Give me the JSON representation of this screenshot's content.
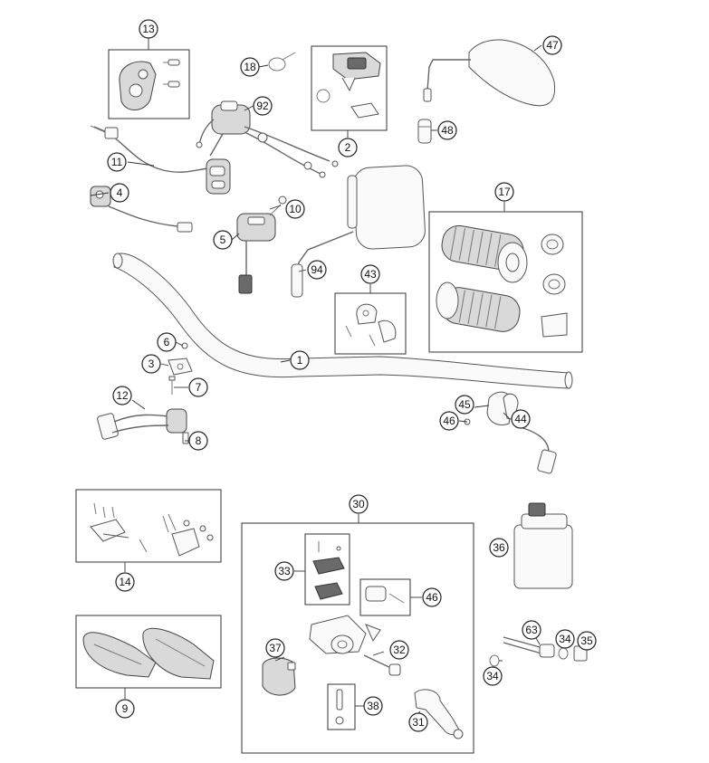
{
  "callouts": {
    "c1": "1",
    "c2": "2",
    "c3": "3",
    "c4": "4",
    "c5": "5",
    "c6": "6",
    "c7": "7",
    "c8": "8",
    "c9": "9",
    "c10": "10",
    "c11": "11",
    "c12": "12",
    "c13": "13",
    "c14": "14",
    "c17": "17",
    "c18": "18",
    "c30": "30",
    "c31": "31",
    "c32": "32",
    "c33": "33",
    "c34a": "34",
    "c34b": "34",
    "c35": "35",
    "c36": "36",
    "c37": "37",
    "c38": "38",
    "c43": "43",
    "c44": "44",
    "c45": "45",
    "c46a": "46",
    "c46b": "46",
    "c47": "47",
    "c48": "48",
    "c63": "63",
    "c92": "92",
    "c94": "94"
  },
  "colors": {
    "line": "#333333",
    "part_fill": "#fafafa",
    "part_shade": "#d9d9d9",
    "grip_dark": "#6a6a6a"
  }
}
